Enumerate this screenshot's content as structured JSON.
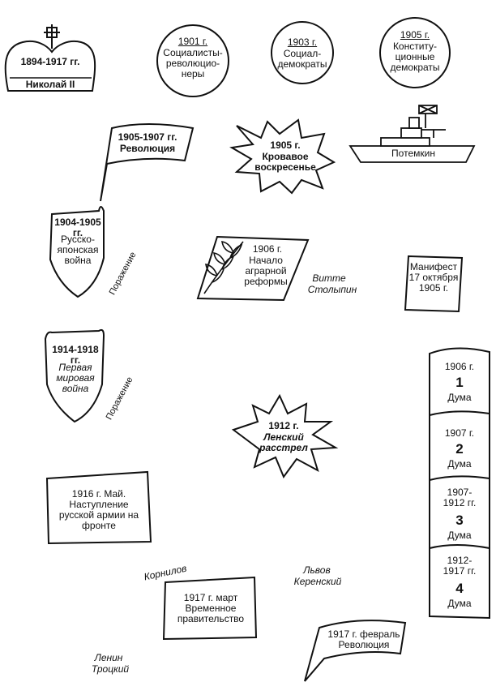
{
  "nicholas": {
    "years": "1894-1917 гг.",
    "name": "Николай II"
  },
  "parties": [
    {
      "year": "1901 г.",
      "name": "Социалисты-революцио-неры"
    },
    {
      "year": "1903 г.",
      "name": "Социал-демократы"
    },
    {
      "year": "1905 г.",
      "name": "Конститу-ционные демократы"
    }
  ],
  "revolution1905": {
    "years": "1905-1907 гг.",
    "label": "Революция"
  },
  "bloody_sunday": {
    "year": "1905 г.",
    "label": "Кровавое воскресенье"
  },
  "potemkin": {
    "label": "Потемкин"
  },
  "russo_japanese": {
    "years": "1904-1905 гг.",
    "label": "Русско-японская война",
    "result": "Поражение"
  },
  "agrarian": {
    "year": "1906 г.",
    "label": "Начало аграрной реформы"
  },
  "figures1": {
    "line1": "Витте",
    "line2": "Столыпин"
  },
  "manifesto": {
    "label": "Манифест 17 октября 1905 г."
  },
  "ww1": {
    "years": "1914-1918 гг.",
    "label": "Первая мировая война",
    "result": "Поражение"
  },
  "lena": {
    "year": "1912 г.",
    "label": "Ленский расстрел"
  },
  "dumas": [
    {
      "years": "1906 г.",
      "num": "1",
      "label": "Дума"
    },
    {
      "years": "1907 г.",
      "num": "2",
      "label": "Дума"
    },
    {
      "years": "1907-1912 гг.",
      "num": "3",
      "label": "Дума"
    },
    {
      "years": "1912-1917 гг.",
      "num": "4",
      "label": "Дума"
    }
  ],
  "offensive": {
    "label": "1916 г. Май. Наступление русской армии на фронте"
  },
  "kornilov": {
    "label": "Корнилов"
  },
  "figures2": {
    "line1": "Львов",
    "line2": "Керенский"
  },
  "provisional": {
    "label": "1917 г. март Временное правительство"
  },
  "feb_revolution": {
    "label": "1917 г. февраль Революция"
  },
  "figures3": {
    "line1": "Ленин",
    "line2": "Троцкий"
  }
}
